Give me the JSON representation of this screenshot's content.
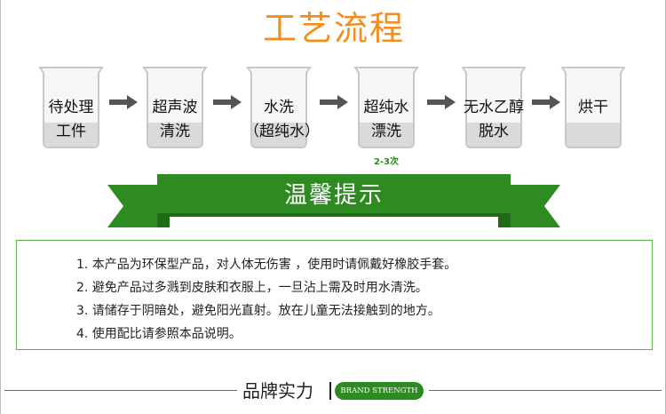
{
  "header": {
    "title": "工艺流程"
  },
  "process": {
    "steps": [
      {
        "line1": "待处理",
        "line2": "工件"
      },
      {
        "line1": "超声波",
        "line2": "清洗"
      },
      {
        "line1": "水洗",
        "line2": "（超纯水）"
      },
      {
        "line1": "超纯水",
        "line2": "漂洗"
      },
      {
        "line1": "无水乙醇",
        "line2": "脱水"
      },
      {
        "line1": "烘干",
        "line2": ""
      }
    ],
    "rinse_note": "2-3次"
  },
  "tips": {
    "title": "温馨提示",
    "items": [
      "1. 本产品为环保型产品，对人体无伤害 ，使用时请佩戴好橡胶手套。",
      "2.  避免产品过多溅到皮肤和衣服上，一旦沾上需及时用水清洗。",
      "3. 请储存于阴暗处，避免阳光直射。放在儿童无法接触到的地方。",
      "4.  使用配比请参照本品说明。"
    ]
  },
  "footer": {
    "title": "品牌实力",
    "badge": "BRAND STRENGTH"
  },
  "colors": {
    "title": "#f28e1c",
    "green": "#2e8b22",
    "banner_dark": "#1f6b16",
    "liquid": "#dadada"
  }
}
